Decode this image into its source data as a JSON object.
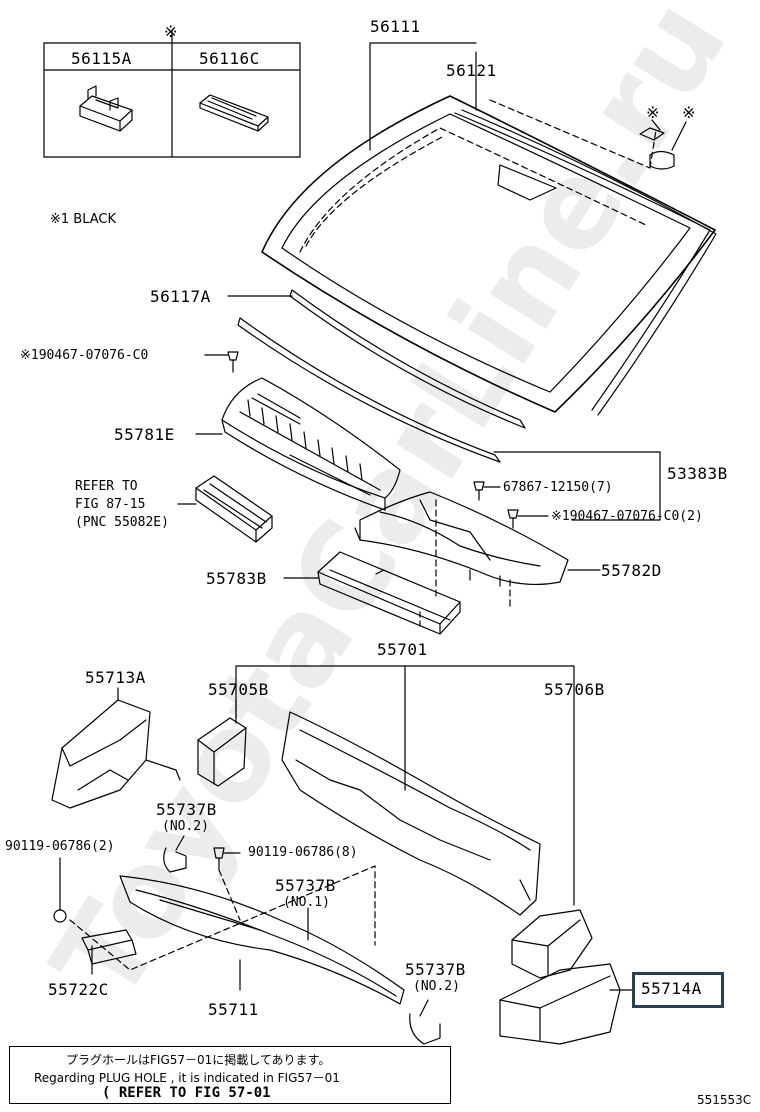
{
  "parts_box": {
    "marker": "※",
    "left_part": "56115A",
    "right_part": "56116C"
  },
  "footnote": "※1 BLACK",
  "labels": {
    "p56111": "56111",
    "p56121": "56121",
    "p56117A": "56117A",
    "mark_a": "※",
    "mark_b": "※",
    "p90467_top": "※190467-07076-C0",
    "p55781E": "55781E",
    "refer_1": "REFER TO",
    "refer_2": "FIG 87-15",
    "refer_3": "(PNC 55082E)",
    "p53383B": "53383B",
    "p67867": "67867-12150(7)",
    "p90467_right": "※190467-07076-C0(2)",
    "p55783B": "55783B",
    "p55782D": "55782D",
    "p55701": "55701",
    "p55713A": "55713A",
    "p55705B": "55705B",
    "p55706B": "55706B",
    "p55737B_top": "55737B",
    "p55737B_top_sub": "(NO.2)",
    "p90119_left": "90119-06786(2)",
    "p90119_mid": "90119-06786(8)",
    "p55737B_mid": "55737B",
    "p55737B_mid_sub": "(NO.1)",
    "p55722C": "55722C",
    "p55711": "55711",
    "p55737B_low": "55737B",
    "p55737B_low_sub": "(NO.2)",
    "p55714A": "55714A"
  },
  "note": {
    "line1": "プラグホールはFIG57－01に掲載してあります。",
    "line2": "Regarding PLUG HOLE , it is indicated in FIG57－01",
    "line3": "( REFER TO FIG 57-01"
  },
  "figure_code": "551553C",
  "watermark": "ToyotaCarLine.ru",
  "colors": {
    "line": "#000000",
    "highlight": "#2a3f50",
    "watermark": "#e9e9e9"
  }
}
